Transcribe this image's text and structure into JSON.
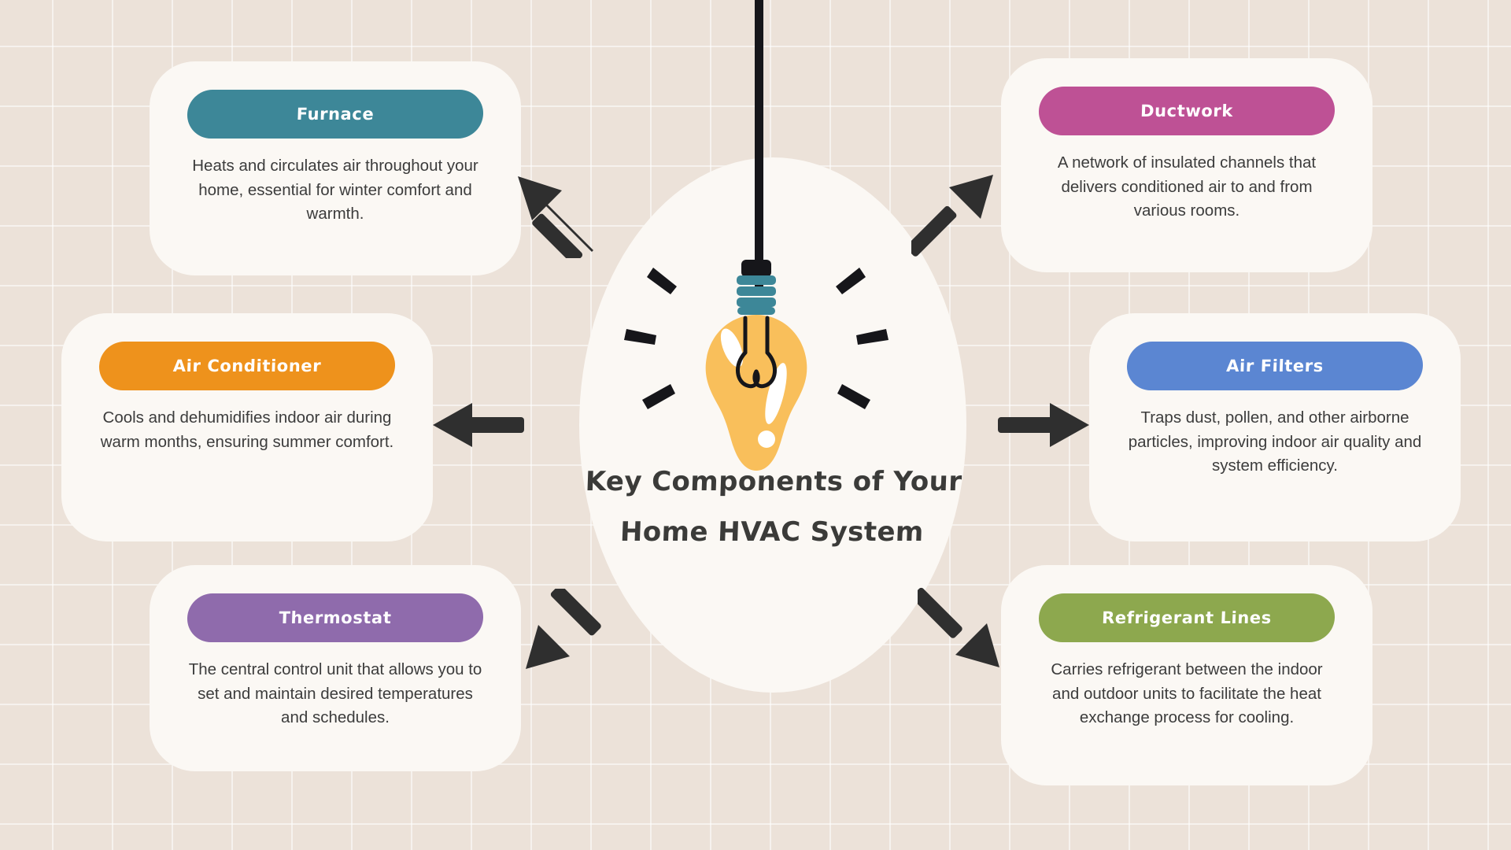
{
  "meta": {
    "title": "Key Components of Your Home HVAC System"
  },
  "center": {
    "title_line_1": "Key Components of Your",
    "title_line_2": "Home HVAC System",
    "bulb_icon": "lightbulb-icon",
    "cord_icon": "hanging-cord-icon"
  },
  "colors": {
    "background": "#ece2d9",
    "grid_line": "#f6efe8",
    "card_surface": "#fbf8f4",
    "text_dark": "#3c3c3c",
    "title_dark": "#3b3b39",
    "arrow_dark": "#2f2f2f",
    "furnace": "#3d8798",
    "air_conditioner": "#ee921c",
    "thermostat": "#8f6bac",
    "ductwork": "#be5195",
    "air_filters": "#5b86d2",
    "refrigerant_lines": "#8da84e",
    "bulb_glass": "#f9bf5b",
    "bulb_base": "#3d8798",
    "bulb_cap": "#16161a"
  },
  "cards": [
    {
      "id": "furnace",
      "label": "Furnace",
      "description": "Heats and circulates air throughout your home, essential for winter comfort and warmth.",
      "color": "#3d8798",
      "side": "left"
    },
    {
      "id": "air-conditioner",
      "label": "Air Conditioner",
      "description": "Cools and dehumidifies indoor air during warm months, ensuring summer comfort.",
      "color": "#ee921c",
      "side": "left"
    },
    {
      "id": "thermostat",
      "label": "Thermostat",
      "description": "The central control unit that allows you to set and maintain desired temperatures and schedules.",
      "color": "#8f6bac",
      "side": "left"
    },
    {
      "id": "ductwork",
      "label": "Ductwork",
      "description": "A network of insulated channels that delivers conditioned air to and from various rooms.",
      "color": "#be5195",
      "side": "right"
    },
    {
      "id": "air-filters",
      "label": "Air Filters",
      "description": "Traps dust, pollen, and other airborne particles, improving indoor air quality and system efficiency.",
      "color": "#5b86d2",
      "side": "right"
    },
    {
      "id": "refrigerant-lines",
      "label": "Refrigerant Lines",
      "description": "Carries refrigerant between the indoor and outdoor units to facilitate the heat exchange process for cooling.",
      "color": "#8da84e",
      "side": "right"
    }
  ],
  "arrows": [
    {
      "id": "arrow-to-furnace",
      "direction": "up-left",
      "icon": "arrow-up-left-icon"
    },
    {
      "id": "arrow-to-ac",
      "direction": "left",
      "icon": "arrow-left-icon"
    },
    {
      "id": "arrow-to-thermostat",
      "direction": "down-left",
      "icon": "arrow-down-left-icon"
    },
    {
      "id": "arrow-to-ductwork",
      "direction": "up-right",
      "icon": "arrow-up-right-icon"
    },
    {
      "id": "arrow-to-filters",
      "direction": "right",
      "icon": "arrow-right-icon"
    },
    {
      "id": "arrow-to-refrig",
      "direction": "down-right",
      "icon": "arrow-down-right-icon"
    }
  ]
}
